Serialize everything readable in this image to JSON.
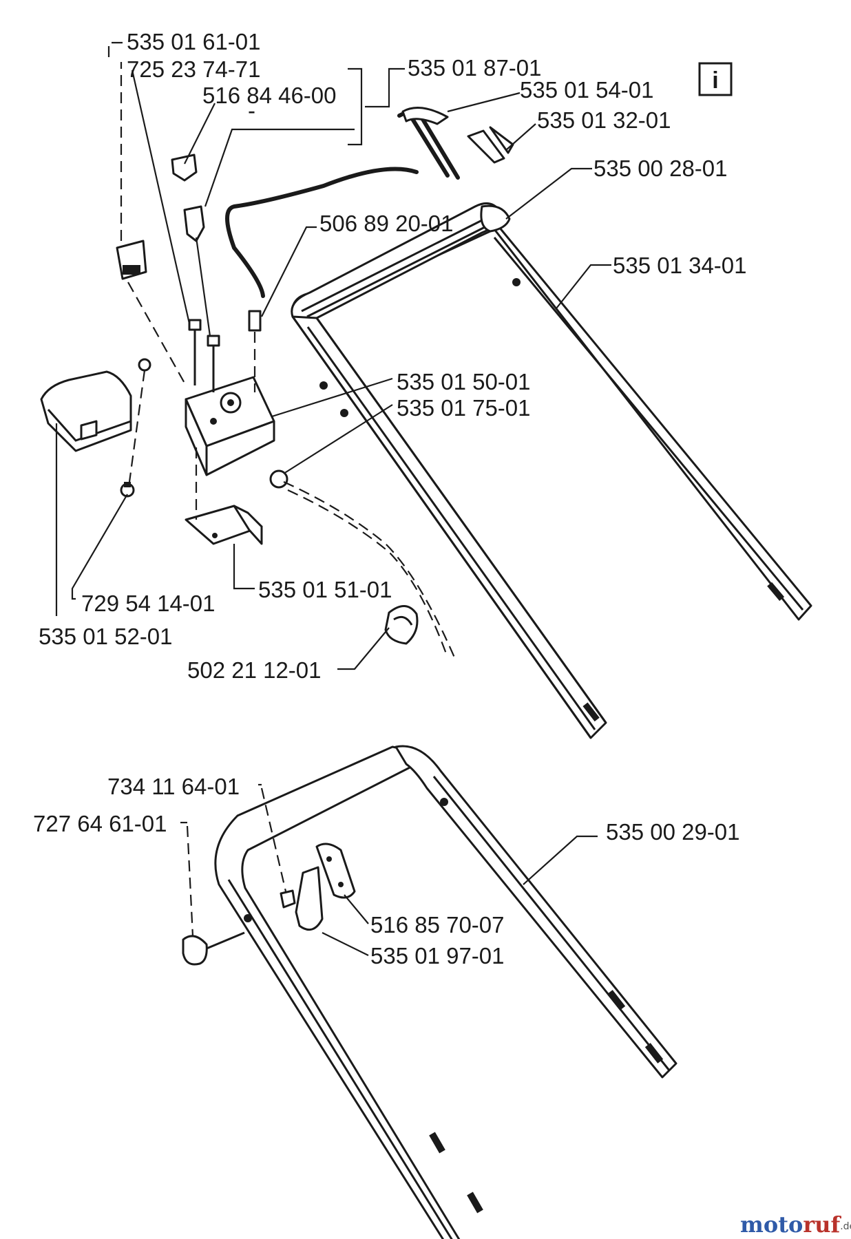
{
  "part_numbers": {
    "p535016101": "535 01 61-01",
    "p725237471": "725 23 74-71",
    "p516844600": "516 84 46-00",
    "p535018701": "535 01 87-01",
    "p535015401": "535 01 54-01",
    "p535013201": "535 01 32-01",
    "p535002801": "535 00 28-01",
    "p506892001": "506 89 20-01",
    "p535013401": "535 01 34-01",
    "p535015001": "535 01 50-01",
    "p535017501": "535 01 75-01",
    "p729541401": "729 54 14-01",
    "p535015101": "535 01 51-01",
    "p535015201": "535 01 52-01",
    "p502211201": "502 21 12-01",
    "p734116401": "734 11 64-01",
    "p727646101": "727 64 61-01",
    "p535002901": "535 00 29-01",
    "p516857007": "516 85 70-07",
    "p535019701": "535 01 97-01"
  },
  "info_box_glyph": "i",
  "stray_dash": "-",
  "watermark": {
    "moto": "moto",
    "ruf": "ruf",
    "suffix": ".de"
  },
  "icons": {
    "info": "info-icon"
  }
}
